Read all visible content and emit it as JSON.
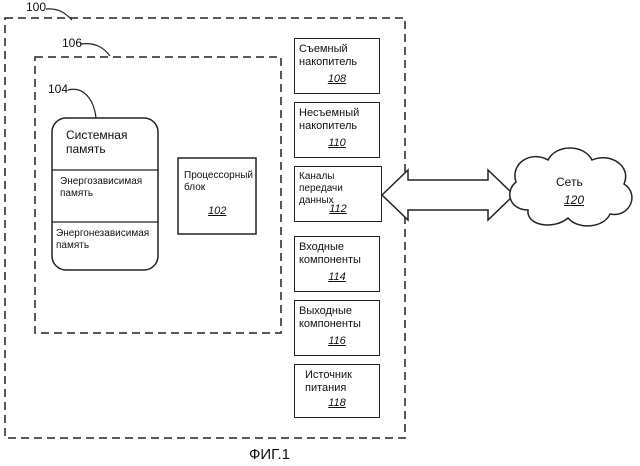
{
  "labels": {
    "system_ref": "100",
    "outer_ref": "106",
    "memory_ref": "104"
  },
  "memory": {
    "title": "Системная память",
    "volatile": "Энергозависимая память",
    "nonvolatile": "Энергонезависимая память"
  },
  "processor": {
    "label": "Процессорный блок",
    "ref": "102"
  },
  "components": [
    {
      "label": "Съемный\nнакопитель",
      "ref": "108"
    },
    {
      "label": "Несъемный\nнакопитель",
      "ref": "110"
    },
    {
      "label": "Каналы передачи\nданных",
      "ref": "112"
    },
    {
      "label": "Входные\nкомпоненты",
      "ref": "114"
    },
    {
      "label": "Выходные\nкомпоненты",
      "ref": "116"
    },
    {
      "label": "Источник\nпитания",
      "ref": "118"
    }
  ],
  "network": {
    "label": "Сеть",
    "ref": "120"
  },
  "caption": "ФИГ.1"
}
